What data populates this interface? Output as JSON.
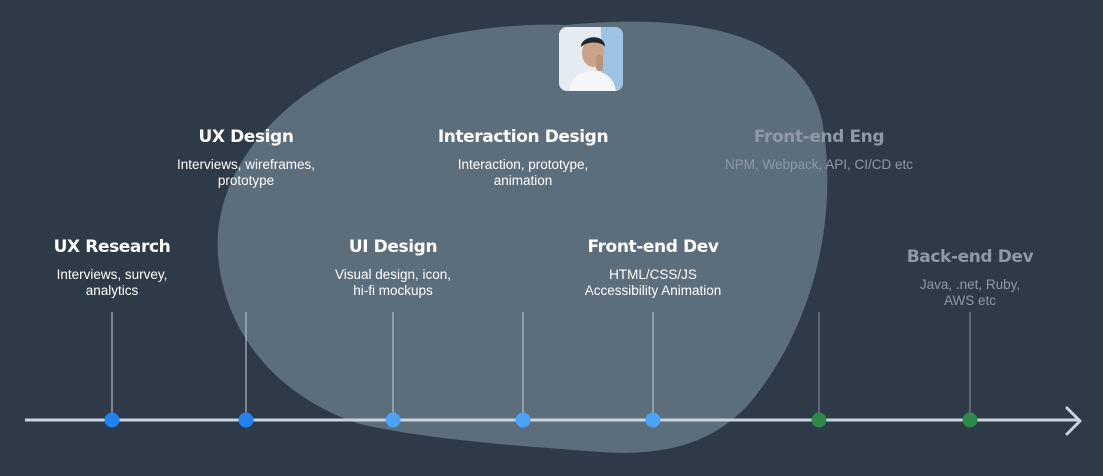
{
  "profile": {
    "avatar_icon": "person-photo-icon"
  },
  "colors": {
    "background": "#2f3a48",
    "blob": "#5c6d7c",
    "axis": "#c9d3dc",
    "dot_blue_dark": "#2183f0",
    "dot_blue_light": "#4aa3f5",
    "dot_green": "#2e8a4a",
    "label_bright": "#ffffff",
    "label_dim": "#8e99a6"
  },
  "milestones": [
    {
      "title": "UX Research",
      "desc": "Interviews, survey,\nanalytics",
      "dot": "blue_dark",
      "dim": false
    },
    {
      "title": "UX Design",
      "desc": "Interviews, wireframes,\nprototype",
      "dot": "blue_dark",
      "dim": false
    },
    {
      "title": "UI Design",
      "desc": "Visual design, icon,\nhi-fi mockups",
      "dot": "blue_light",
      "dim": false
    },
    {
      "title": "Interaction Design",
      "desc": "Interaction, prototype,\nanimation",
      "dot": "blue_light",
      "dim": false
    },
    {
      "title": "Front-end Dev",
      "desc": "HTML/CSS/JS\nAccessibility Animation",
      "dot": "blue_light",
      "dim": false
    },
    {
      "title": "Front-end Eng",
      "desc": "NPM, Webpack, API, CI/CD etc",
      "dot": "green",
      "dim": true
    },
    {
      "title": "Back-end Dev",
      "desc": "Java, .net, Ruby, AWS etc",
      "dot": "green",
      "dim": true
    }
  ]
}
